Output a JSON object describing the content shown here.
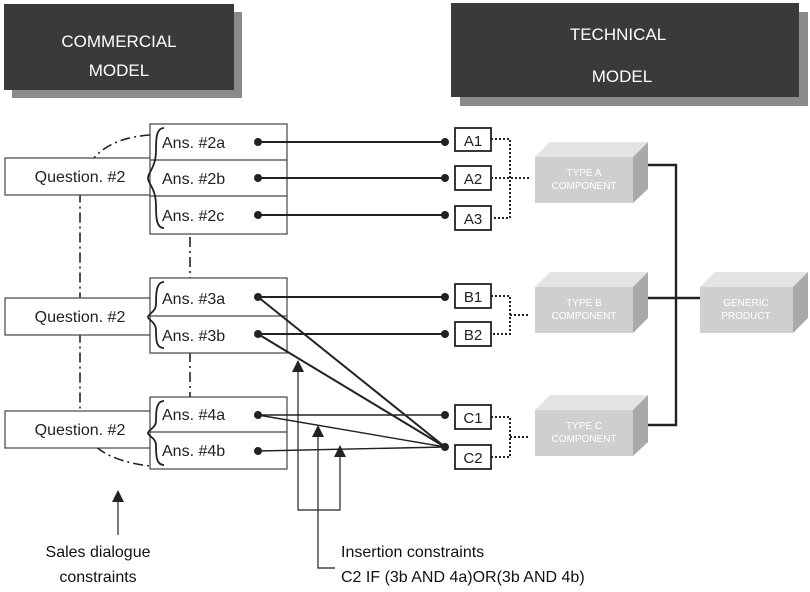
{
  "headers": {
    "commercial": [
      "COMMERCIAL",
      "MODEL"
    ],
    "technical": [
      "TECHNICAL",
      "MODEL"
    ]
  },
  "questions": [
    "Question. #2",
    "Question. #2",
    "Question. #2"
  ],
  "answers": [
    "Ans. #2a",
    "Ans. #2b",
    "Ans. #2c",
    "Ans. #3a",
    "Ans. #3b",
    "Ans. #4a",
    "Ans. #4b"
  ],
  "tech_codes": [
    "A1",
    "A2",
    "A3",
    "B1",
    "B2",
    "C1",
    "C2"
  ],
  "components": [
    [
      "TYPE A",
      "COMPONENT"
    ],
    [
      "TYPE B",
      "COMPONENT"
    ],
    [
      "TYPE C",
      "COMPONENT"
    ]
  ],
  "generic_product": [
    "GENERIC",
    "PRODUCT"
  ],
  "notes": {
    "sales": [
      "Sales dialogue",
      "constraints"
    ],
    "insertion": [
      "Insertion constraints",
      "C2 IF (3b AND 4a)OR(3b AND 4b)"
    ]
  },
  "colors": {
    "header_bg": "#3a3a3a",
    "header_shadow": "#8a8a8a",
    "cube_front": "#cfcfcf",
    "cube_top": "#e4e4e4",
    "cube_side": "#a9a9a9",
    "line": "#222222"
  }
}
